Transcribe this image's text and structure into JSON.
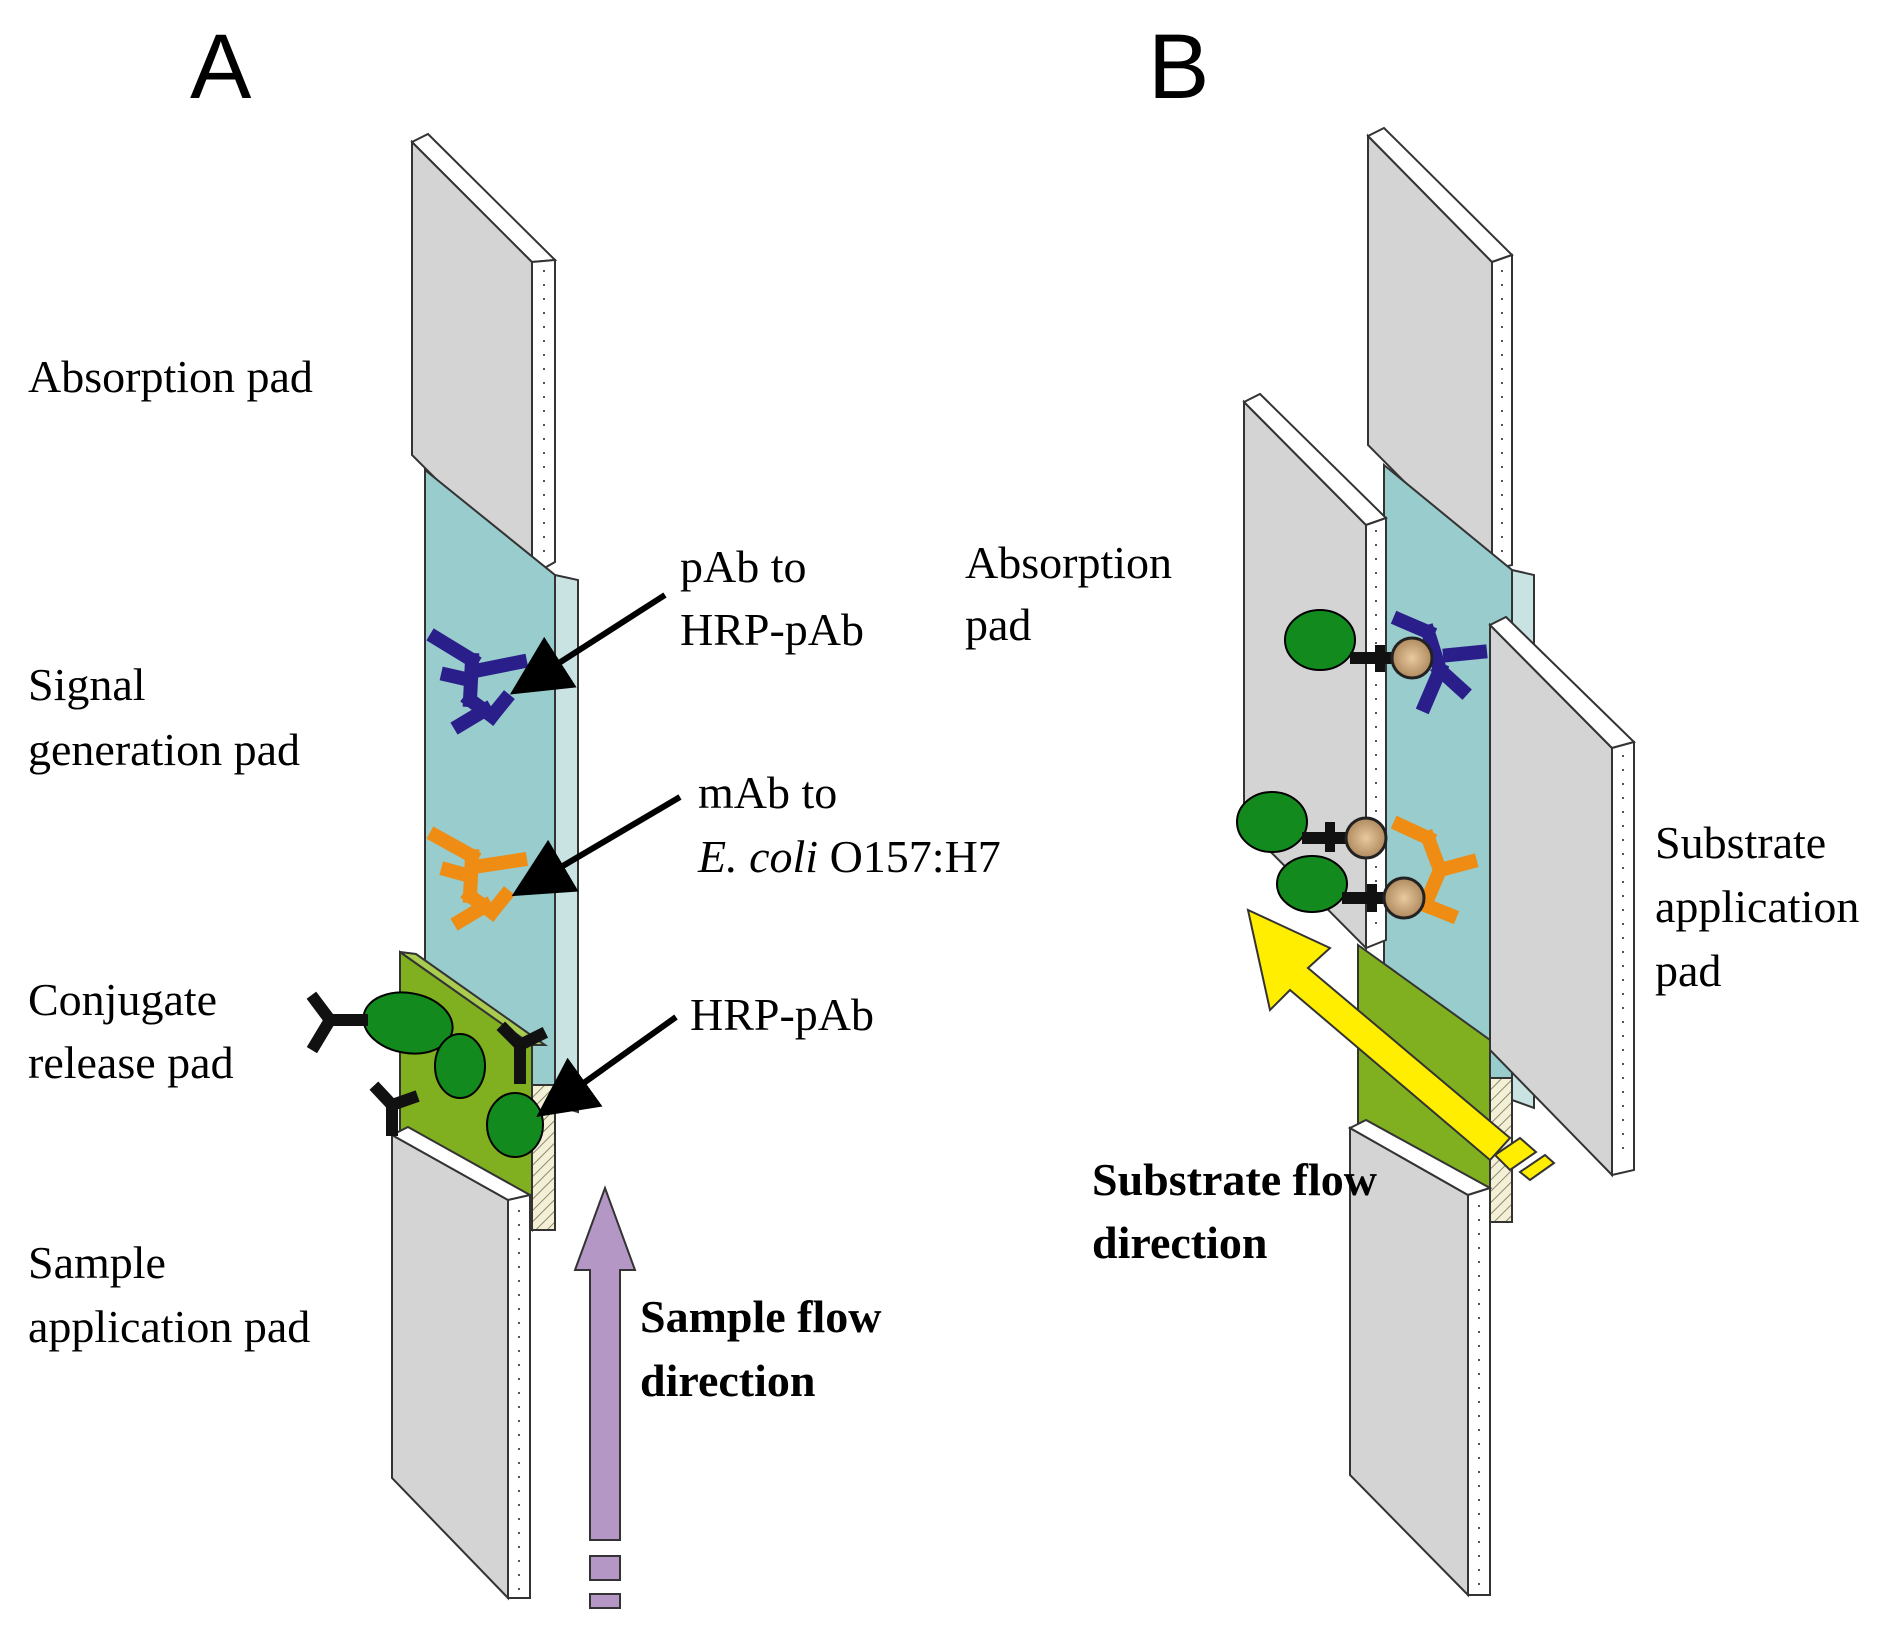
{
  "panel_a": {
    "letter": "A",
    "labels": {
      "absorption_pad": "Absorption pad",
      "signal_generation_pad_line1": "Signal",
      "signal_generation_pad_line2": "generation pad",
      "conjugate_release_pad_line1": "Conjugate",
      "conjugate_release_pad_line2": "release pad",
      "sample_application_pad_line1": "Sample",
      "sample_application_pad_line2": "application pad",
      "pab_callout_line1": "pAb to",
      "pab_callout_line2": "HRP-pAb",
      "mab_callout_line1": "mAb to",
      "mab_callout_italic": "E. coli",
      "mab_callout_rest": " O157:H7",
      "hrp_callout": "HRP-pAb",
      "flow_line1": "Sample flow",
      "flow_line2": "direction"
    }
  },
  "panel_b": {
    "letter": "B",
    "labels": {
      "absorption_pad_line1": "Absorption",
      "absorption_pad_line2": "pad",
      "substrate_pad_line1": "Substrate",
      "substrate_pad_line2": "application",
      "substrate_pad_line3": "pad",
      "flow_line1": "Substrate flow",
      "flow_line2": "direction"
    }
  },
  "colors": {
    "pad_gray": "#d4d4d4",
    "pad_edge": "#ffffff",
    "signal_pad": "#99cccc",
    "conjugate_pad": "#80b020",
    "pab_antibody": "#2a1f8a",
    "mab_antibody": "#ee8c14",
    "hrp_enzyme": "#138a1e",
    "sample_arrow": "#b497c4",
    "substrate_arrow": "#ffee00"
  }
}
